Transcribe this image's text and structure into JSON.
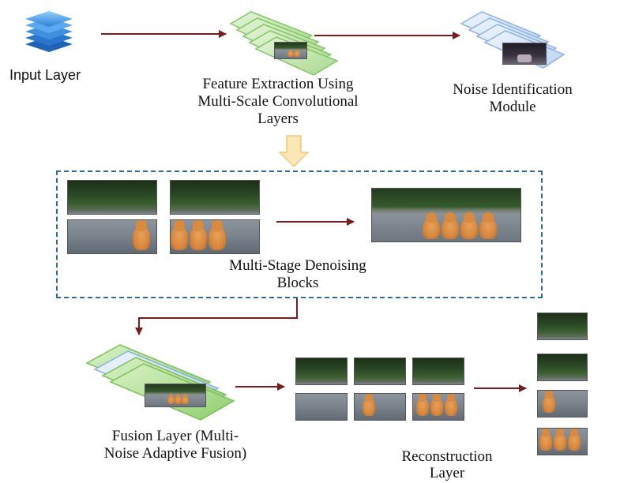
{
  "labels": {
    "input": "Input Layer",
    "feature_line1": "Feature Extraction Using",
    "feature_line2": "Multi-Scale Convolutional",
    "feature_line3": "Layers",
    "noise_line1": "Noise Identification",
    "noise_line2": "Module",
    "denoise_line1": "Multi-Stage Denoising",
    "denoise_line2": "Blocks",
    "fusion_line1": "Fusion Layer (Multi-",
    "fusion_line2": "Noise Adaptive Fusion)",
    "recon_line1": "Reconstruction",
    "recon_line2": "Layer"
  },
  "colors": {
    "arrow": "#7b1c1c",
    "input_stack": "#3f8fe0",
    "feature_cards": "#bfe3ad",
    "noise_cards": "#cfe0f7",
    "fusion_cards": "#b8e29b",
    "hollow_arrow": "#fbe7b5",
    "dashed_border": "#2e6d94"
  }
}
